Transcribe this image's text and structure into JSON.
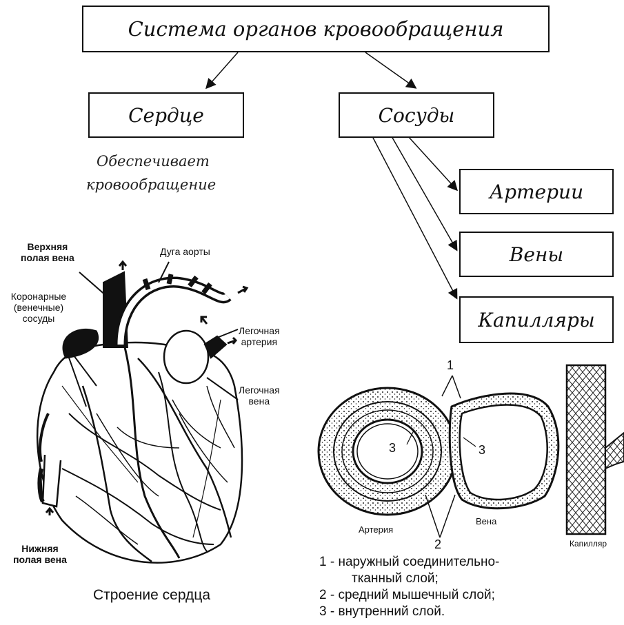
{
  "title": "Система органов кровообращения",
  "heart": {
    "box_label": "Сердце",
    "function_line1": "Обеспечивает",
    "function_line2": "кровообращение",
    "caption": "Строение сердца",
    "labels": {
      "superior_vena_cava_1": "Верхняя",
      "superior_vena_cava_2": "полая вена",
      "aortic_arch": "Дуга аорты",
      "coronary_1": "Коронарные",
      "coronary_2": "(венечные)",
      "coronary_3": "сосуды",
      "pulmonary_artery_1": "Легочная",
      "pulmonary_artery_2": "артерия",
      "pulmonary_vein_1": "Легочная",
      "pulmonary_vein_2": "вена",
      "inferior_vena_cava_1": "Нижняя",
      "inferior_vena_cava_2": "полая вена"
    }
  },
  "vessels": {
    "box_label": "Сосуды",
    "types": [
      "Артерии",
      "Вены",
      "Капилляры"
    ]
  },
  "cross_section": {
    "layer_markers": [
      "1",
      "2",
      "3",
      "3"
    ],
    "artery_label": "Артерия",
    "vein_label": "Вена",
    "capillary_label": "Капилляр",
    "legend": [
      "1 - наружный соединительно-",
      "тканный слой;",
      "2 - средний мышечный слой;",
      "3 - внутренний слой."
    ]
  }
}
